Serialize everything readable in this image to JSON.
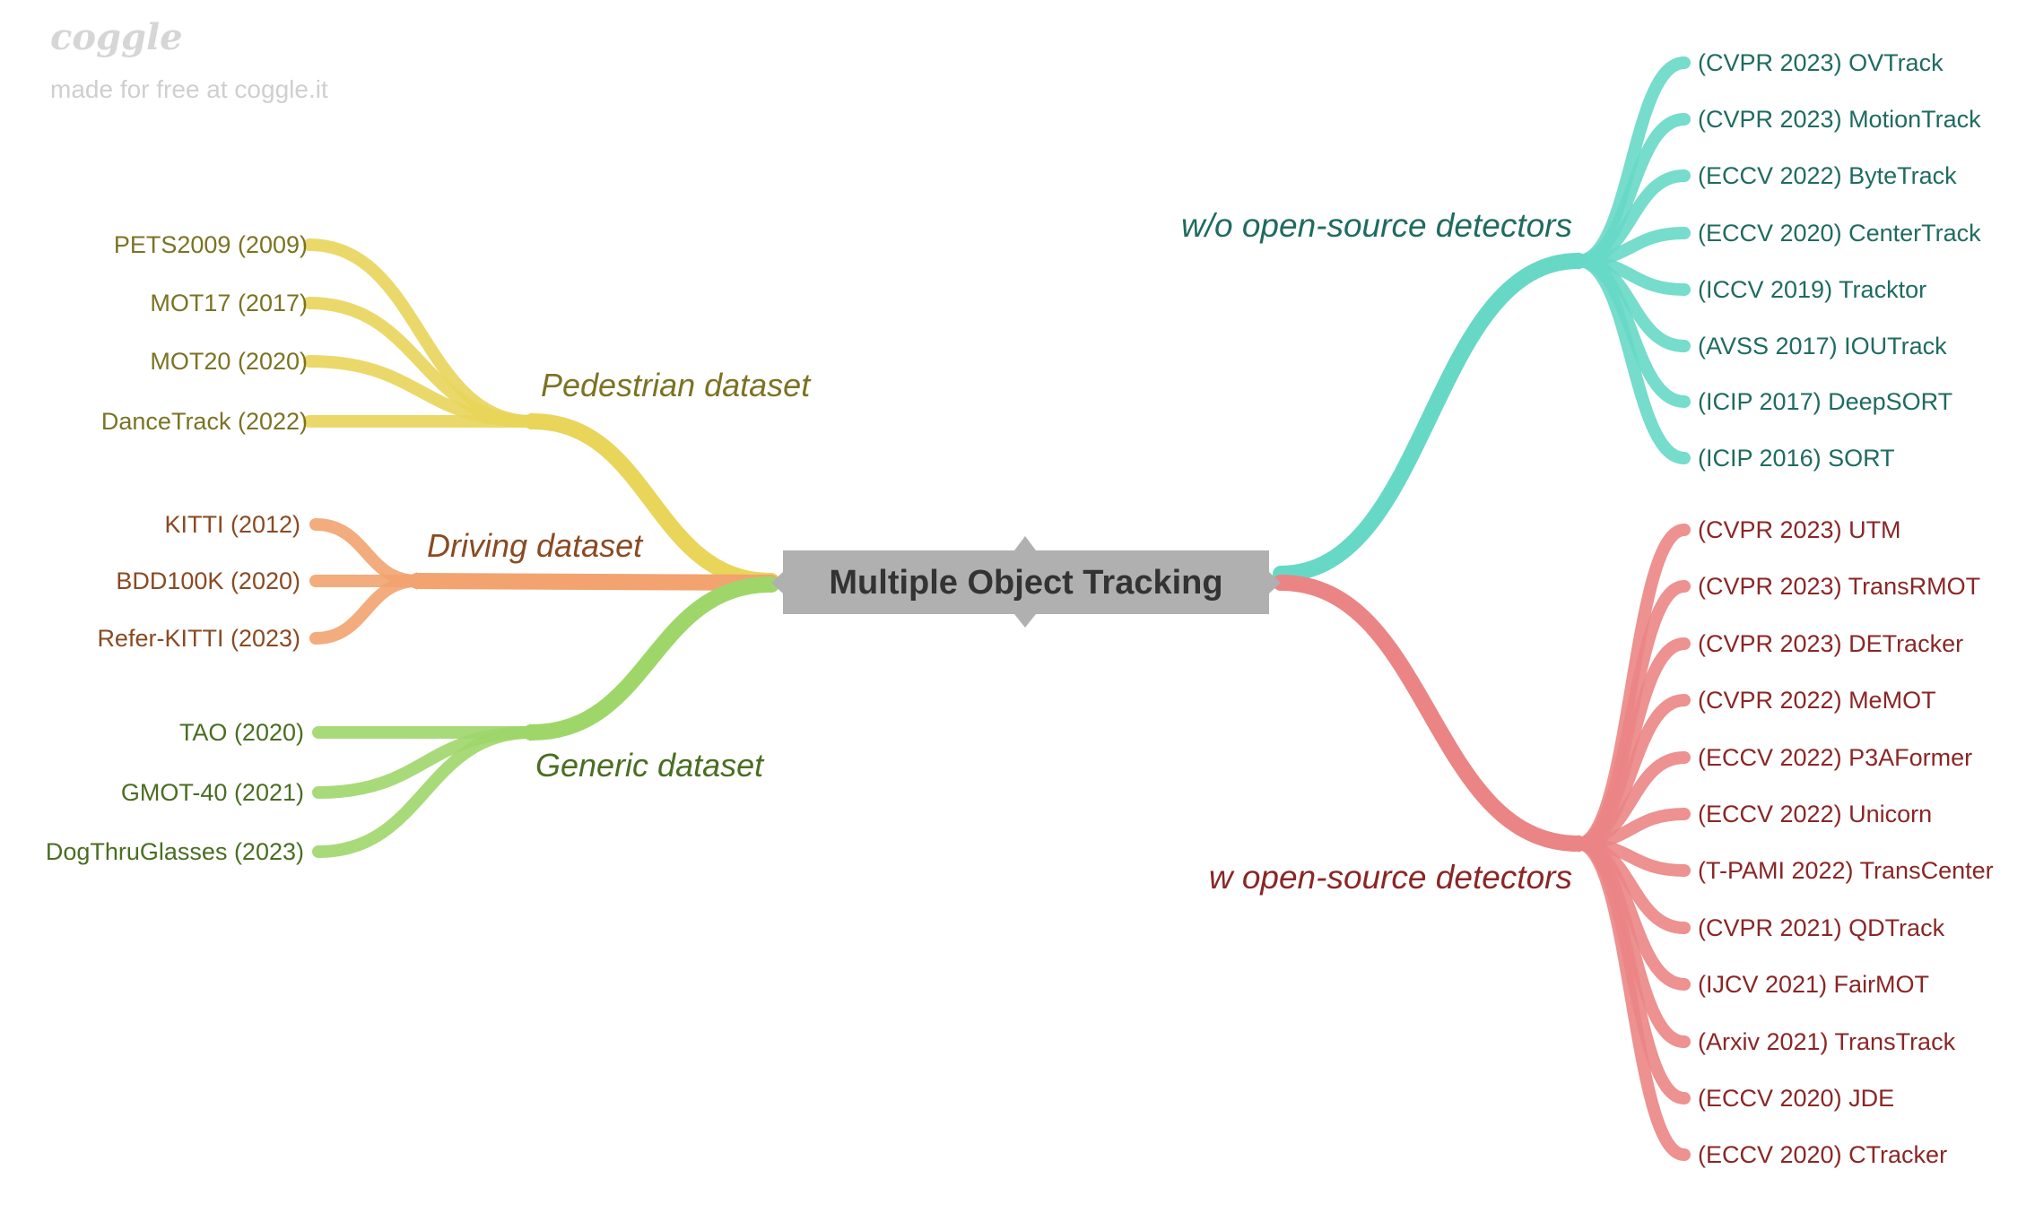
{
  "watermark": {
    "logo": "coggle",
    "subtitle": "made for free at coggle.it"
  },
  "root": {
    "label": "Multiple Object Tracking"
  },
  "branches": [
    {
      "label": "Pedestrian dataset",
      "color": "#e8d55a",
      "text_color": "#7b7324",
      "items": [
        "PETS2009 (2009)",
        "MOT17 (2017)",
        "MOT20 (2020)",
        "DanceTrack (2022)"
      ]
    },
    {
      "label": "Driving dataset",
      "color": "#f2a36f",
      "text_color": "#8a4a22",
      "items": [
        "KITTI (2012)",
        "BDD100K (2020)",
        "Refer-KITTI (2023)"
      ]
    },
    {
      "label": "Generic dataset",
      "color": "#9fd66a",
      "text_color": "#4a6d22",
      "items": [
        "TAO (2020)",
        "GMOT-40 (2021)",
        "DogThruGlasses (2023)"
      ]
    },
    {
      "label": "w/o open-source detectors",
      "color": "#67d8c6",
      "text_color": "#1f6b60",
      "items": [
        "(CVPR 2023) OVTrack",
        "(CVPR 2023) MotionTrack",
        "(ECCV 2022) ByteTrack",
        "(ECCV 2020) CenterTrack",
        "(ICCV 2019) Tracktor",
        "(AVSS 2017) IOUTrack",
        "(ICIP 2017) DeepSORT",
        "(ICIP 2016) SORT"
      ]
    },
    {
      "label": "w open-source detectors",
      "color": "#eb8585",
      "text_color": "#8a2626",
      "items": [
        "(CVPR 2023) UTM",
        "(CVPR 2023) TransRMOT",
        "(CVPR 2023) DETracker",
        "(CVPR 2022) MeMOT",
        "(ECCV 2022) P3AFormer",
        "(ECCV 2022) Unicorn",
        "(T-PAMI 2022) TransCenter",
        "(CVPR 2021) QDTrack",
        "(IJCV 2021) FairMOT",
        "(Arxiv 2021) TransTrack",
        "(ECCV 2020) JDE",
        "(ECCV 2020) CTracker"
      ]
    }
  ]
}
